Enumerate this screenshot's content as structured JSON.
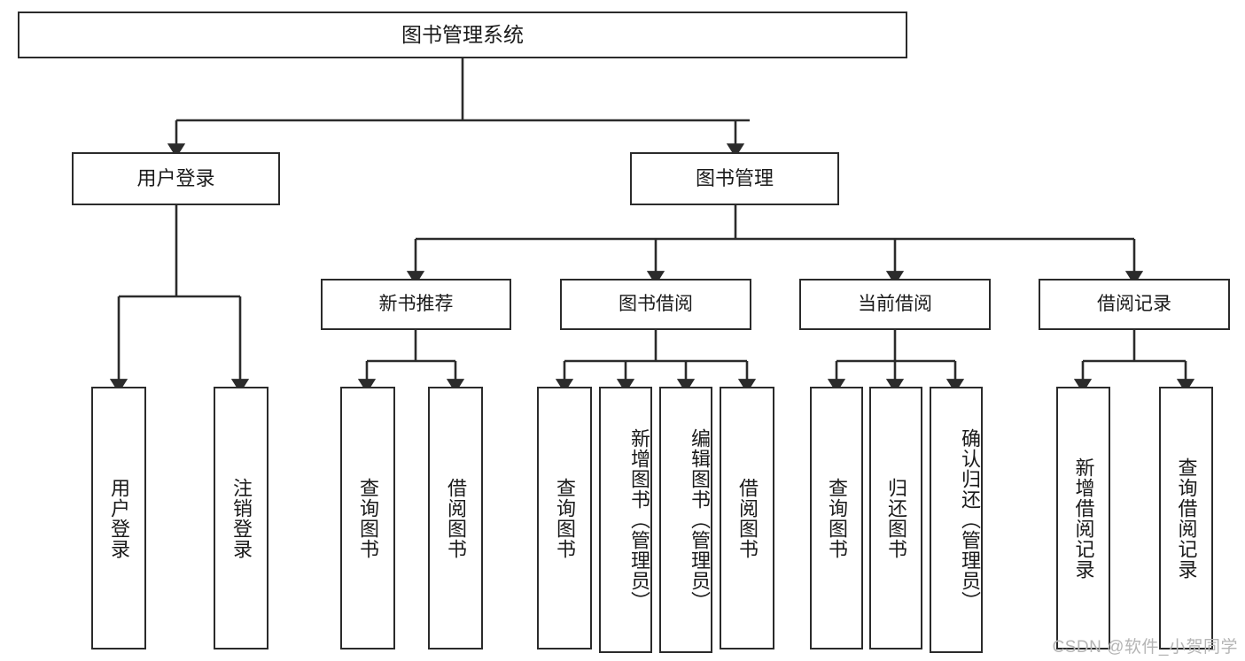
{
  "diagram": {
    "title": "图书管理系统",
    "type": "functional-structure-tree",
    "root": {
      "label": "图书管理系统"
    },
    "level1": [
      {
        "label": "用户登录"
      },
      {
        "label": "图书管理"
      }
    ],
    "level2": [
      {
        "label": "新书推荐",
        "parent": "图书管理"
      },
      {
        "label": "图书借阅",
        "parent": "图书管理"
      },
      {
        "label": "当前借阅",
        "parent": "图书管理"
      },
      {
        "label": "借阅记录",
        "parent": "图书管理"
      }
    ],
    "leaves": {
      "user_login": [
        {
          "label": "用户登录"
        },
        {
          "label": "注销登录"
        }
      ],
      "new_book_recommend": [
        {
          "label": "查询图书"
        },
        {
          "label": "借阅图书"
        }
      ],
      "book_borrow": [
        {
          "label": "查询图书"
        },
        {
          "label": "新增图书（管理员）"
        },
        {
          "label": "编辑图书（管理员）"
        },
        {
          "label": "借阅图书"
        }
      ],
      "current_borrow": [
        {
          "label": "查询图书"
        },
        {
          "label": "归还图书"
        },
        {
          "label": "确认归还（管理员）"
        }
      ],
      "borrow_record": [
        {
          "label": "新增借阅记录"
        },
        {
          "label": "查询借阅记录"
        }
      ]
    },
    "colors": {
      "stroke": "#2b2b2b",
      "text": "#1a1a1a",
      "background": "#ffffff",
      "watermark": "#b5b5b5"
    }
  },
  "watermark": {
    "text": "CSDN @软件_小贺同学"
  }
}
